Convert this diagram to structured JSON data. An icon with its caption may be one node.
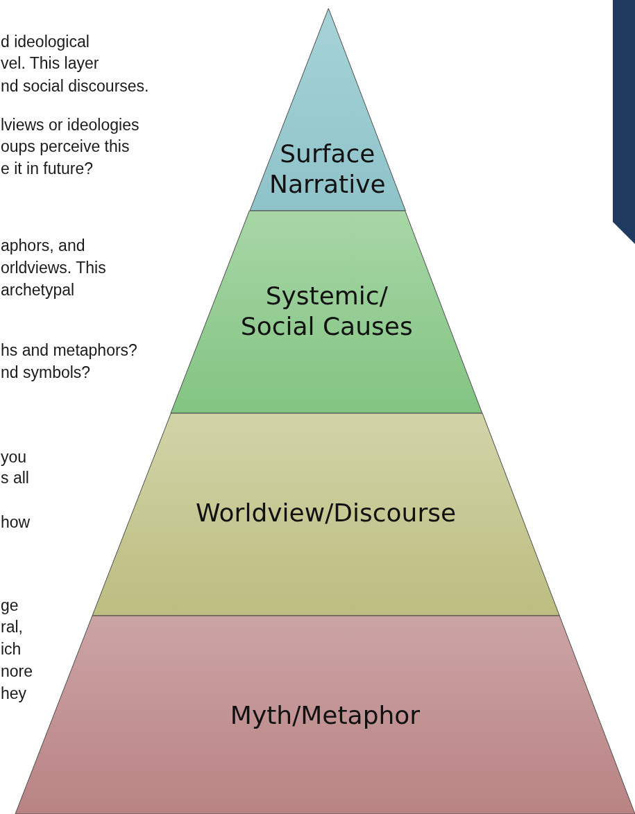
{
  "diagram": {
    "nodes": [
      {
        "text": [
          "Surface Narrative"
        ]
      },
      {
        "text": [
          "Systemic/ Social Causes"
        ]
      },
      {
        "text": [
          "Worldview/Discourse"
        ]
      },
      {
        "text": [
          "Myth/Metaphor"
        ]
      },
      {
        "text": [],
        "shape": "box"
      }
    ],
    "labels": [
      "d ideological",
      "vel. This layer",
      "nd social discourses.",
      "lviews or ideologies",
      "oups perceive this",
      "e it in future?",
      "aphors, and",
      "orldviews. This",
      "archetypal",
      "hs and metaphors?",
      "nd symbols?",
      "you",
      "s all",
      "how",
      "ge",
      "ral,",
      "ich",
      "nore",
      "hey"
    ]
  }
}
